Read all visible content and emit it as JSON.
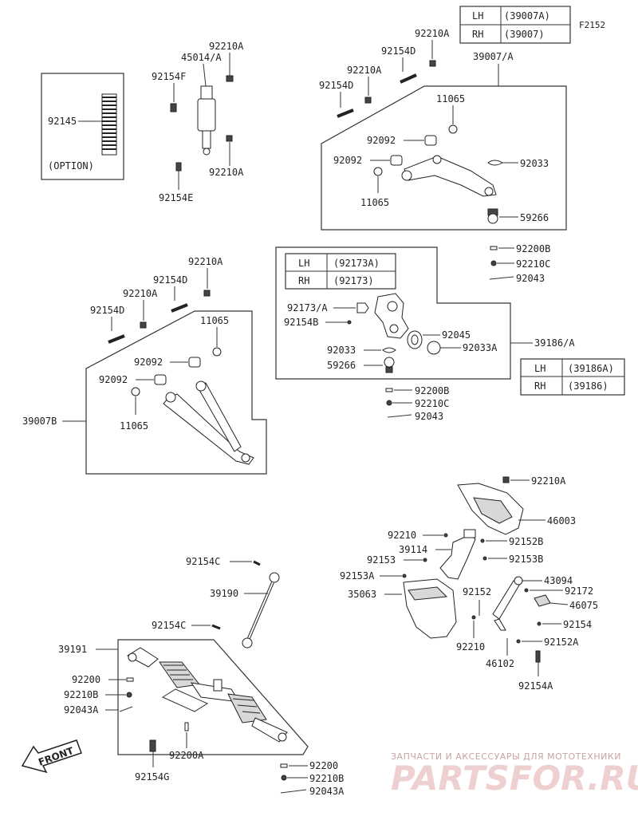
{
  "figure_code": "F2152",
  "tables": {
    "lower_arm": {
      "rows": [
        {
          "side": "LH",
          "part": "(39007A)"
        },
        {
          "side": "RH",
          "part": "(39007)"
        }
      ]
    },
    "knuckle_pin": {
      "rows": [
        {
          "side": "LH",
          "part": "(92173A)"
        },
        {
          "side": "RH",
          "part": "(92173)"
        }
      ]
    },
    "knuckle": {
      "rows": [
        {
          "side": "LH",
          "part": "(39186A)"
        },
        {
          "side": "RH",
          "part": "(39186)"
        }
      ]
    }
  },
  "labels": {
    "shock_top_nut": "92210A",
    "shock": "45014/A",
    "shock_bolt_f": "92154F",
    "shock_bottom_nut": "92210A",
    "shock_bolt_e": "92154E",
    "spring": "92145",
    "option": "(OPTION)",
    "ua_nut_top": "92210A",
    "ua_bolt_d1": "92154D",
    "ua_nut_2": "92210A",
    "ua_bolt_d2": "92154D",
    "ua_assy": "39007/A",
    "ua_washer_top": "11065",
    "ua_bush_1": "92092",
    "ua_bush_2": "92092",
    "ua_washer_bot": "11065",
    "ua_ring": "92033",
    "ua_balljoint": "59266",
    "ua_pin": "92200B",
    "ua_nut_c": "92210C",
    "ua_cotter": "92043",
    "la_nut_top": "92210A",
    "la_bolt_d1": "92154D",
    "la_nut_2": "92210A",
    "la_bolt_d2": "92154D",
    "la_washer_top": "11065",
    "la_bush_1": "92092",
    "la_bush_2": "92092",
    "la_washer_bot": "11065",
    "la_assy": "39007B",
    "kn_pin": "92173/A",
    "kn_bolt": "92154B",
    "kn_bearing": "92045",
    "kn_ring": "92033",
    "kn_circlip": "92033A",
    "kn_balljoint": "59266",
    "kn_assy": "39186/A",
    "kn_pin_b": "92200B",
    "kn_nut_c": "92210C",
    "kn_cotter": "92043",
    "sw_nut_a": "92210A",
    "steering_wheel": "46003",
    "sw_nut": "92210",
    "sw_bolt_b": "92152B",
    "col_bracket": "39114",
    "col_bolt_b": "92153B",
    "col_bolt": "92153",
    "col_bolt_a": "92153A",
    "col_cover": "35063",
    "col_bolt_152": "92152",
    "col_nut": "92210",
    "sh_damper": "43094",
    "sh_collar": "92172",
    "sh_boot": "46075",
    "sh_bolt": "92154",
    "sh_bolt_a": "92152A",
    "sh_shaft": "46102",
    "sh_bolt_154a": "92154A",
    "st_bolt_c1": "92154C",
    "st_shaft": "39190",
    "st_bolt_c2": "92154C",
    "rack": "39191",
    "rk_pin_l": "92200",
    "rk_nut_l": "92210B",
    "rk_cotter_l": "92043A",
    "rk_pin_a": "92200A",
    "rk_bolt_g": "92154G",
    "rk_pin_r": "92200",
    "rk_nut_r": "92210B",
    "rk_cotter_r": "92043A"
  },
  "front_marker": "FRONT",
  "watermark": {
    "tagline": "ЗАПЧАСТИ И АКСЕССУАРЫ ДЛЯ МОТОТЕХНИКИ",
    "brand": "PARTSFOR.RU"
  }
}
